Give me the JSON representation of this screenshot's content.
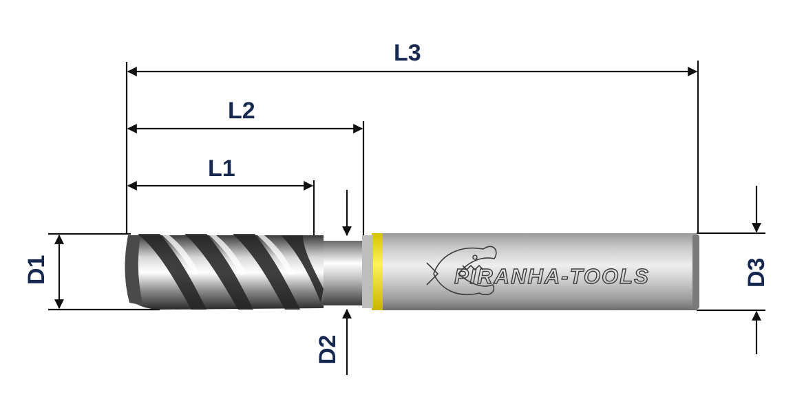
{
  "dimensions": {
    "l1": "L1",
    "l2": "L2",
    "l3": "L3",
    "d1": "D1",
    "d2": "D2",
    "d3": "D3"
  },
  "brand": {
    "text": "PIRANHA-TOOLS",
    "logo_icon": "piranha-fish-icon"
  },
  "colors": {
    "label_text": "#16284f",
    "dimension_lines": "#111111",
    "band_yellow": "#f6e21a",
    "shank_mid": "#c4c4c4"
  }
}
